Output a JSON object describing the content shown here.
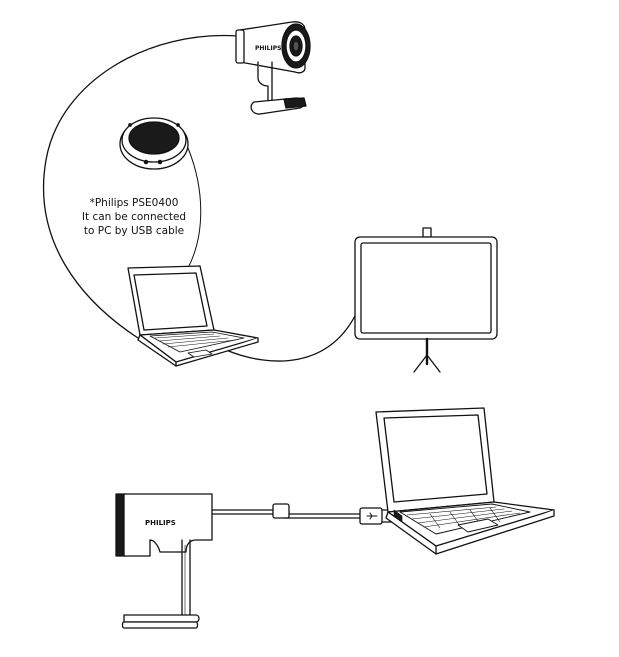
{
  "note": {
    "line1": "*Philips PSE0400",
    "line2": "It can be connected",
    "line3": "to PC by USB cable"
  },
  "brand_label": "PHILIPS",
  "colors": {
    "stroke": "#111111",
    "lens_dark": "#1a1a1a",
    "background": "#ffffff"
  }
}
